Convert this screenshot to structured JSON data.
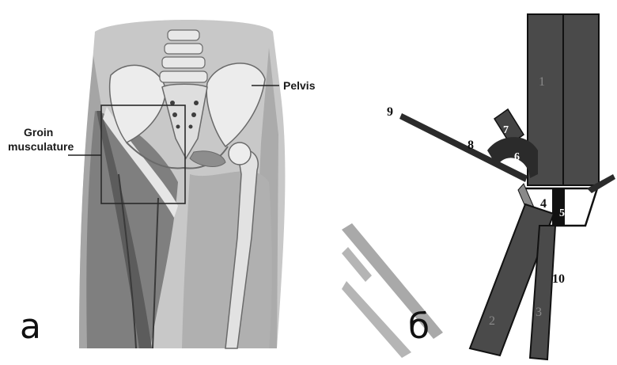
{
  "panel_a": {
    "letter": "а",
    "label_pelvis": "Pelvis",
    "label_groin_line1": "Groin",
    "label_groin_line2": "musculature"
  },
  "panel_b": {
    "letter": "б",
    "numbers": [
      "1",
      "2",
      "3",
      "4",
      "5",
      "6",
      "7",
      "8",
      "9",
      "10"
    ]
  },
  "colors": {
    "muscle_dark": "#4a4a4a",
    "outline": "#111111",
    "anatomy_shade": "#9b9b9b",
    "faint_gray": "#a9a9a9"
  }
}
